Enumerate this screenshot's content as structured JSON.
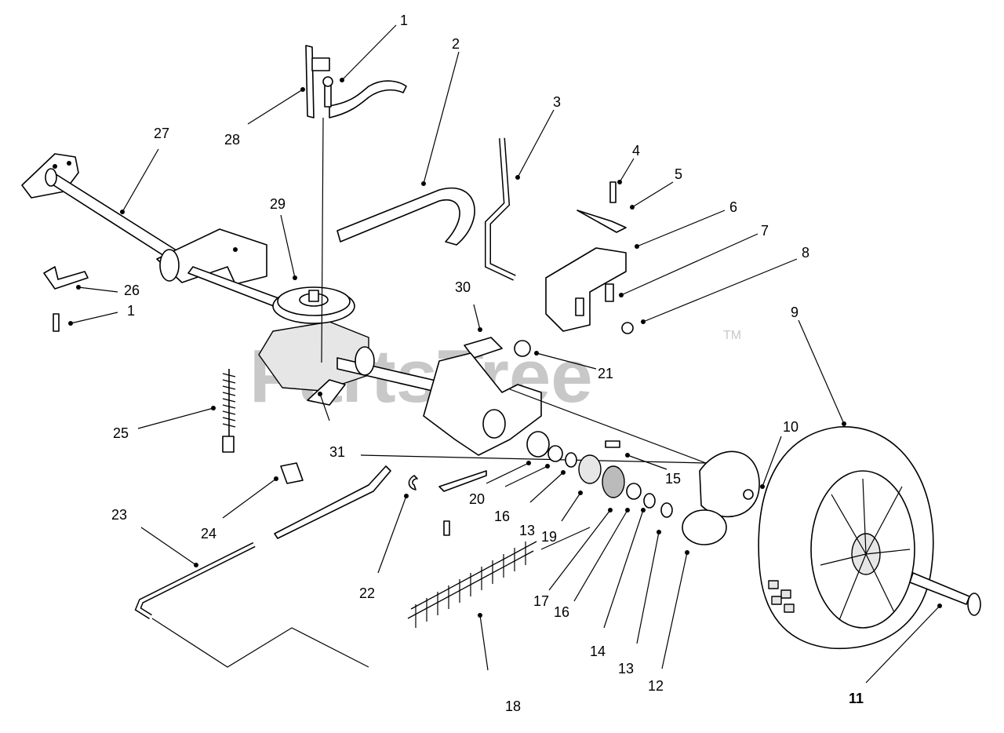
{
  "watermark": {
    "text": "PartsTree",
    "trademark": "TM"
  },
  "callouts": [
    {
      "id": "c1a",
      "text": "1"
    },
    {
      "id": "c2",
      "text": "2"
    },
    {
      "id": "c3",
      "text": "3"
    },
    {
      "id": "c4",
      "text": "4"
    },
    {
      "id": "c5",
      "text": "5"
    },
    {
      "id": "c6",
      "text": "6"
    },
    {
      "id": "c7",
      "text": "7"
    },
    {
      "id": "c8",
      "text": "8"
    },
    {
      "id": "c9",
      "text": "9"
    },
    {
      "id": "c10",
      "text": "10"
    },
    {
      "id": "c11",
      "text": "11"
    },
    {
      "id": "c12",
      "text": "12"
    },
    {
      "id": "c13a",
      "text": "13"
    },
    {
      "id": "c13b",
      "text": "13"
    },
    {
      "id": "c14",
      "text": "14"
    },
    {
      "id": "c15",
      "text": "15"
    },
    {
      "id": "c16a",
      "text": "16"
    },
    {
      "id": "c16b",
      "text": "16"
    },
    {
      "id": "c17",
      "text": "17"
    },
    {
      "id": "c18",
      "text": "18"
    },
    {
      "id": "c19",
      "text": "19"
    },
    {
      "id": "c20",
      "text": "20"
    },
    {
      "id": "c21",
      "text": "21"
    },
    {
      "id": "c22",
      "text": "22"
    },
    {
      "id": "c23",
      "text": "23"
    },
    {
      "id": "c24",
      "text": "24"
    },
    {
      "id": "c25",
      "text": "25"
    },
    {
      "id": "c26",
      "text": "26"
    },
    {
      "id": "c1b",
      "text": "1"
    },
    {
      "id": "c27",
      "text": "27"
    },
    {
      "id": "c28",
      "text": "28"
    },
    {
      "id": "c29",
      "text": "29"
    },
    {
      "id": "c30",
      "text": "30"
    },
    {
      "id": "c31",
      "text": "31"
    }
  ]
}
